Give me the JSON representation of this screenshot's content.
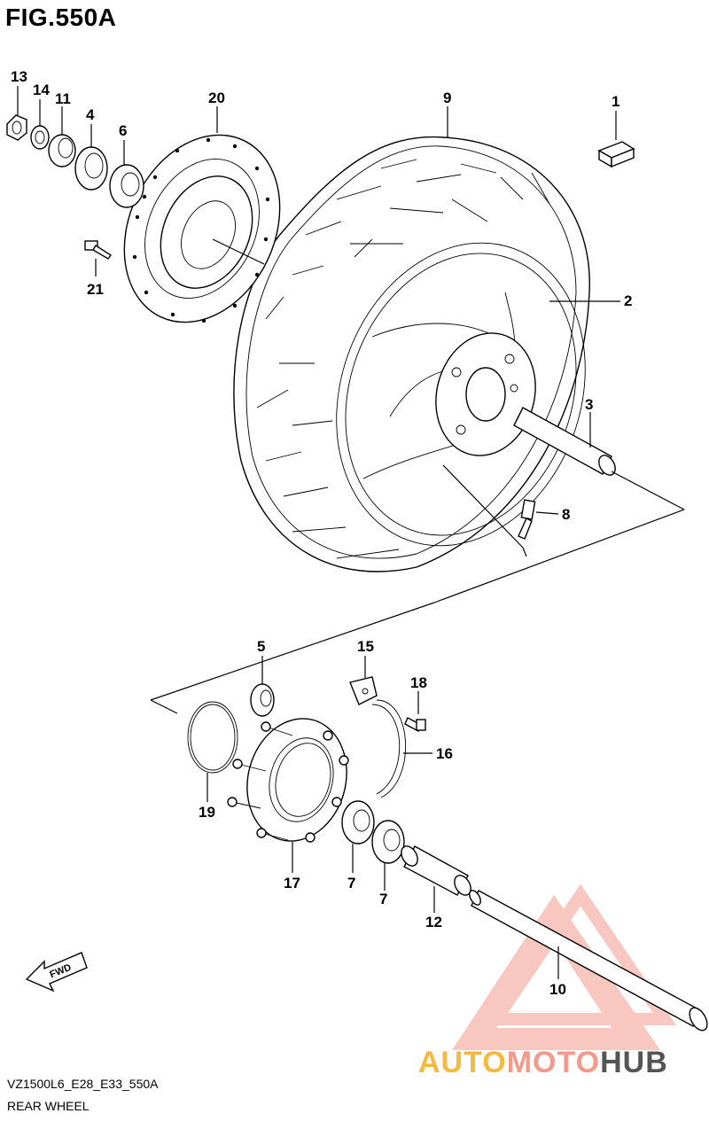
{
  "figure": {
    "title": "FIG.550A",
    "code": "VZ1500L6_E28_E33_550A",
    "name": "REAR WHEEL"
  },
  "direction_arrow": {
    "label": "FWD",
    "icon": "fwd-arrow-icon"
  },
  "watermark": {
    "brand_part1": "AUTO",
    "brand_part2": "MOTO",
    "brand_part3": "HUB",
    "colors": {
      "auto": "#f5b942",
      "moto": "#f39a8c",
      "hub": "#555555",
      "triangle": "#f39a8c"
    }
  },
  "callouts": {
    "c1": "1",
    "c2": "2",
    "c3": "3",
    "c4": "4",
    "c5": "5",
    "c6": "6",
    "c7a": "7",
    "c7b": "7",
    "c8": "8",
    "c9": "9",
    "c10": "10",
    "c11": "11",
    "c12": "12",
    "c13": "13",
    "c14": "14",
    "c15": "15",
    "c16": "16",
    "c17": "17",
    "c18": "18",
    "c19": "19",
    "c20": "20",
    "c21": "21"
  }
}
